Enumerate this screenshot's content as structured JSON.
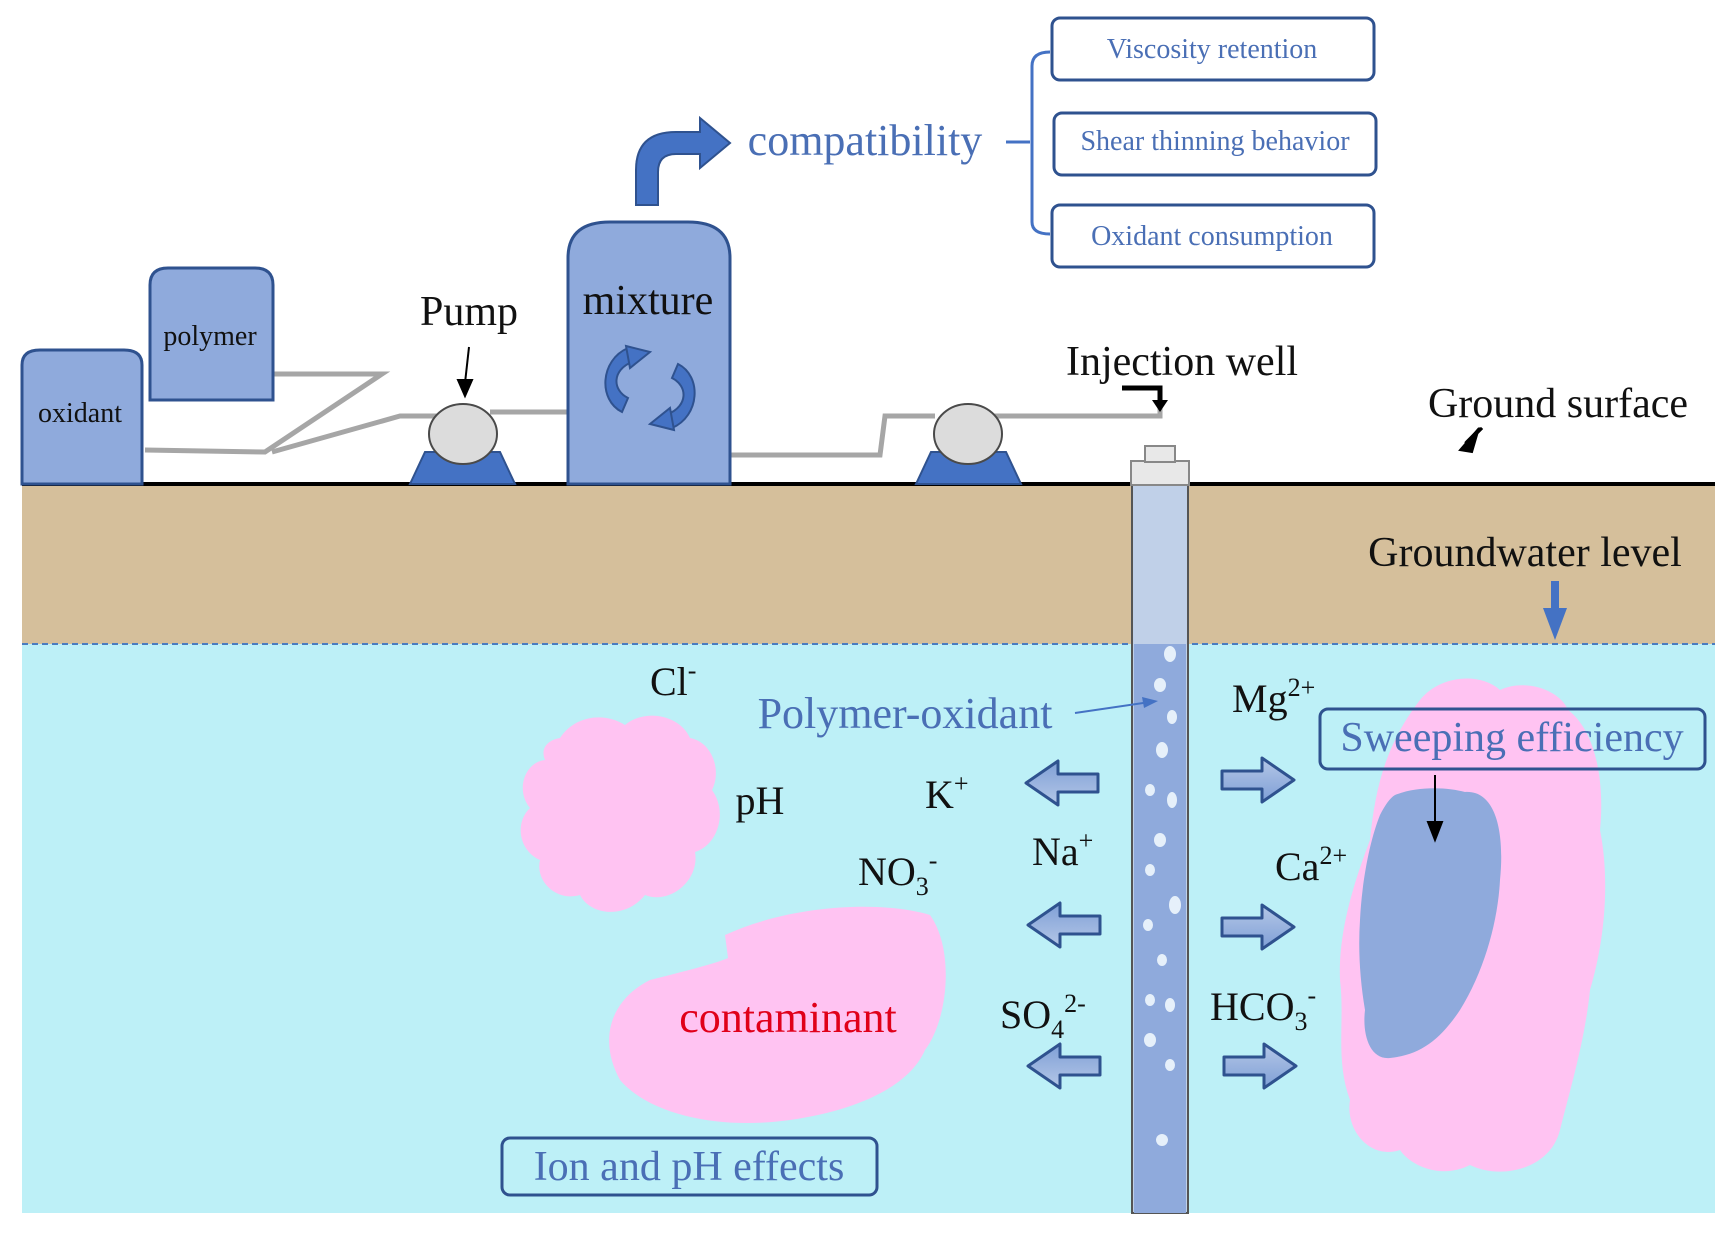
{
  "equipment": {
    "oxidant_label": "oxidant",
    "polymer_label": "polymer",
    "pump_label": "Pump",
    "mixture_label": "mixture",
    "injection_well_label": "Injection well",
    "ground_surface_label": "Ground surface",
    "groundwater_level_label": "Groundwater level"
  },
  "compatibility": {
    "title": "compatibility",
    "items": [
      "Viscosity retention",
      "Shear thinning behavior",
      "Oxidant consumption"
    ]
  },
  "subsurface": {
    "polymer_oxidant_label": "Polymer-oxidant",
    "sweeping_efficiency_label": "Sweeping efficiency",
    "contaminant_label": "contaminant",
    "ion_ph_effects_label": "Ion and pH effects",
    "ph_label": "pH"
  },
  "ions": {
    "cl": {
      "base": "Cl",
      "sup": "-"
    },
    "k": {
      "base": "K",
      "sup": "+"
    },
    "na": {
      "base": "Na",
      "sup": "+"
    },
    "no3": {
      "base": "NO",
      "sub": "3",
      "sup": "-"
    },
    "so4": {
      "base": "SO",
      "sub": "4",
      "sup": "2-"
    },
    "mg": {
      "base": "Mg",
      "sup": "2+"
    },
    "ca": {
      "base": "Ca",
      "sup": "2+"
    },
    "hco3": {
      "base": "HCO",
      "sub": "3",
      "sup": "-"
    }
  },
  "colors": {
    "equipment_fill": "#8faadc",
    "equipment_stroke": "#2f528f",
    "soil": "#d5bf9b",
    "groundwater": "#bdf0f7",
    "plume_pink": "#ffc3f2",
    "arrow_blue": "#4472c4",
    "label_blue": "#4a6fb5",
    "contaminant_red": "#e0001a"
  }
}
